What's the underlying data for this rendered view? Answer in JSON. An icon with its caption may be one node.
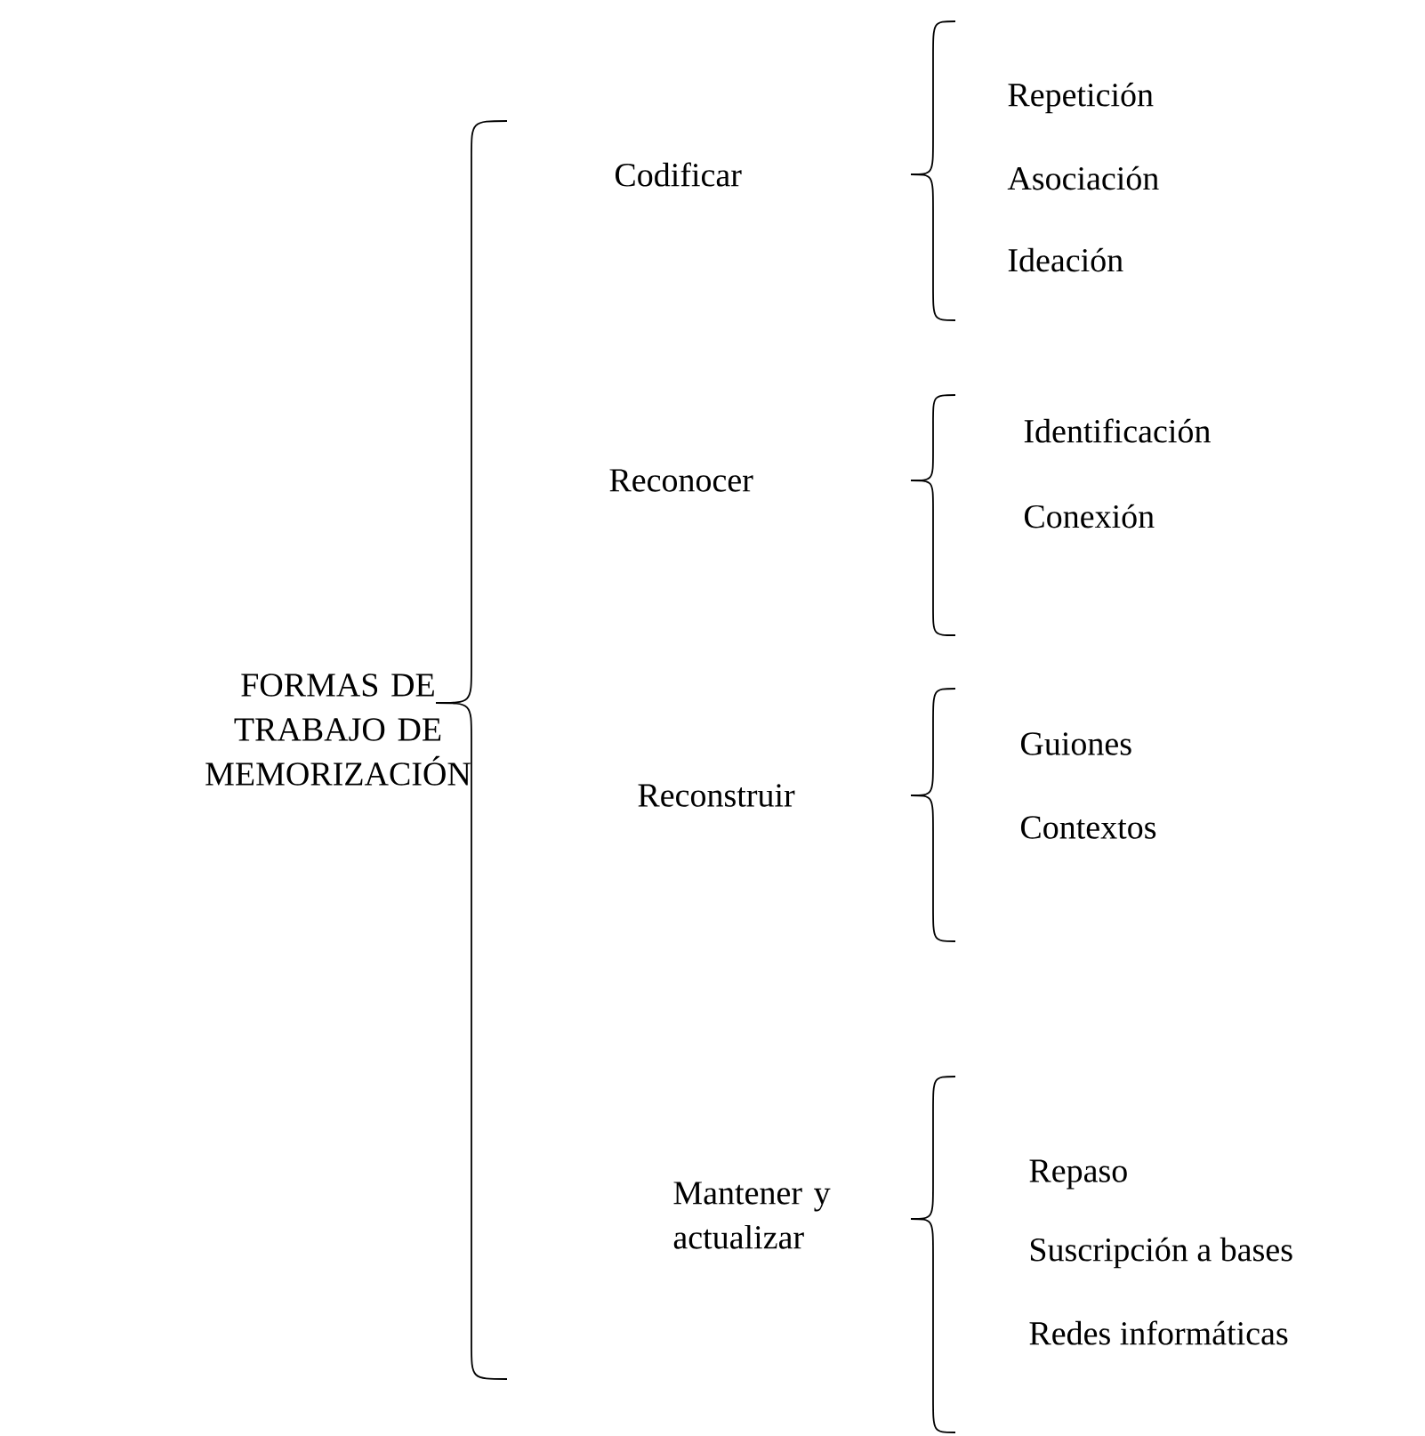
{
  "diagram": {
    "nodes": [
      {
        "text": [
          "FORMAS DE TRABAJO DE MEMORIZACIÓN"
        ]
      },
      {
        "text": [
          "Codificar"
        ]
      },
      {
        "text": [
          "Repetición"
        ]
      },
      {
        "text": [
          "Asociación"
        ]
      },
      {
        "text": [
          "Ideación"
        ]
      },
      {
        "text": [
          "Reconocer"
        ]
      },
      {
        "text": [
          "Identificación"
        ]
      },
      {
        "text": [
          "Conexión"
        ]
      },
      {
        "text": [
          "Reconstruir"
        ]
      },
      {
        "text": [
          "Guiones"
        ]
      },
      {
        "text": [
          "Contextos"
        ]
      },
      {
        "text": [
          "Mantener y actualizar"
        ]
      },
      {
        "text": [
          "Repaso"
        ]
      },
      {
        "text": [
          "Suscripción a bases"
        ]
      },
      {
        "text": [
          "Redes informáticas"
        ]
      }
    ]
  }
}
